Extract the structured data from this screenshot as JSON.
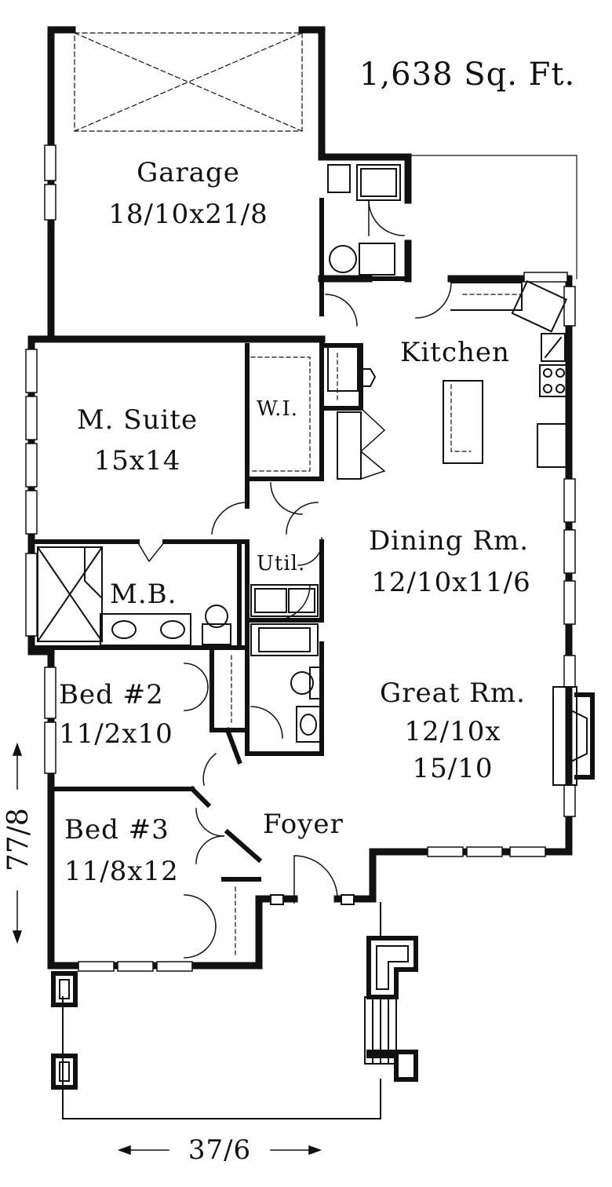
{
  "title": "1,638 Sq. Ft.",
  "rooms": {
    "garage": {
      "name": "Garage",
      "size": "18/10x21/8"
    },
    "kitchen": {
      "name": "Kitchen"
    },
    "master_suite": {
      "name": "M. Suite",
      "size": "15x14"
    },
    "walk_in": {
      "name": "W.I."
    },
    "master_bath": {
      "name": "M.B."
    },
    "utility": {
      "name": "Util."
    },
    "dining": {
      "name": "Dining Rm.",
      "size": "12/10x11/6"
    },
    "bed2": {
      "name": "Bed #2",
      "size": "11/2x10"
    },
    "great_room": {
      "name": "Great Rm.",
      "size_line1": "12/10x",
      "size_line2": "15/10"
    },
    "bed3": {
      "name": "Bed #3",
      "size": "11/8x12"
    },
    "foyer": {
      "name": "Foyer"
    }
  },
  "dimensions": {
    "depth": "77/8",
    "width": "37/6"
  },
  "colors": {
    "ink": "#111111",
    "paper": "#ffffff"
  }
}
